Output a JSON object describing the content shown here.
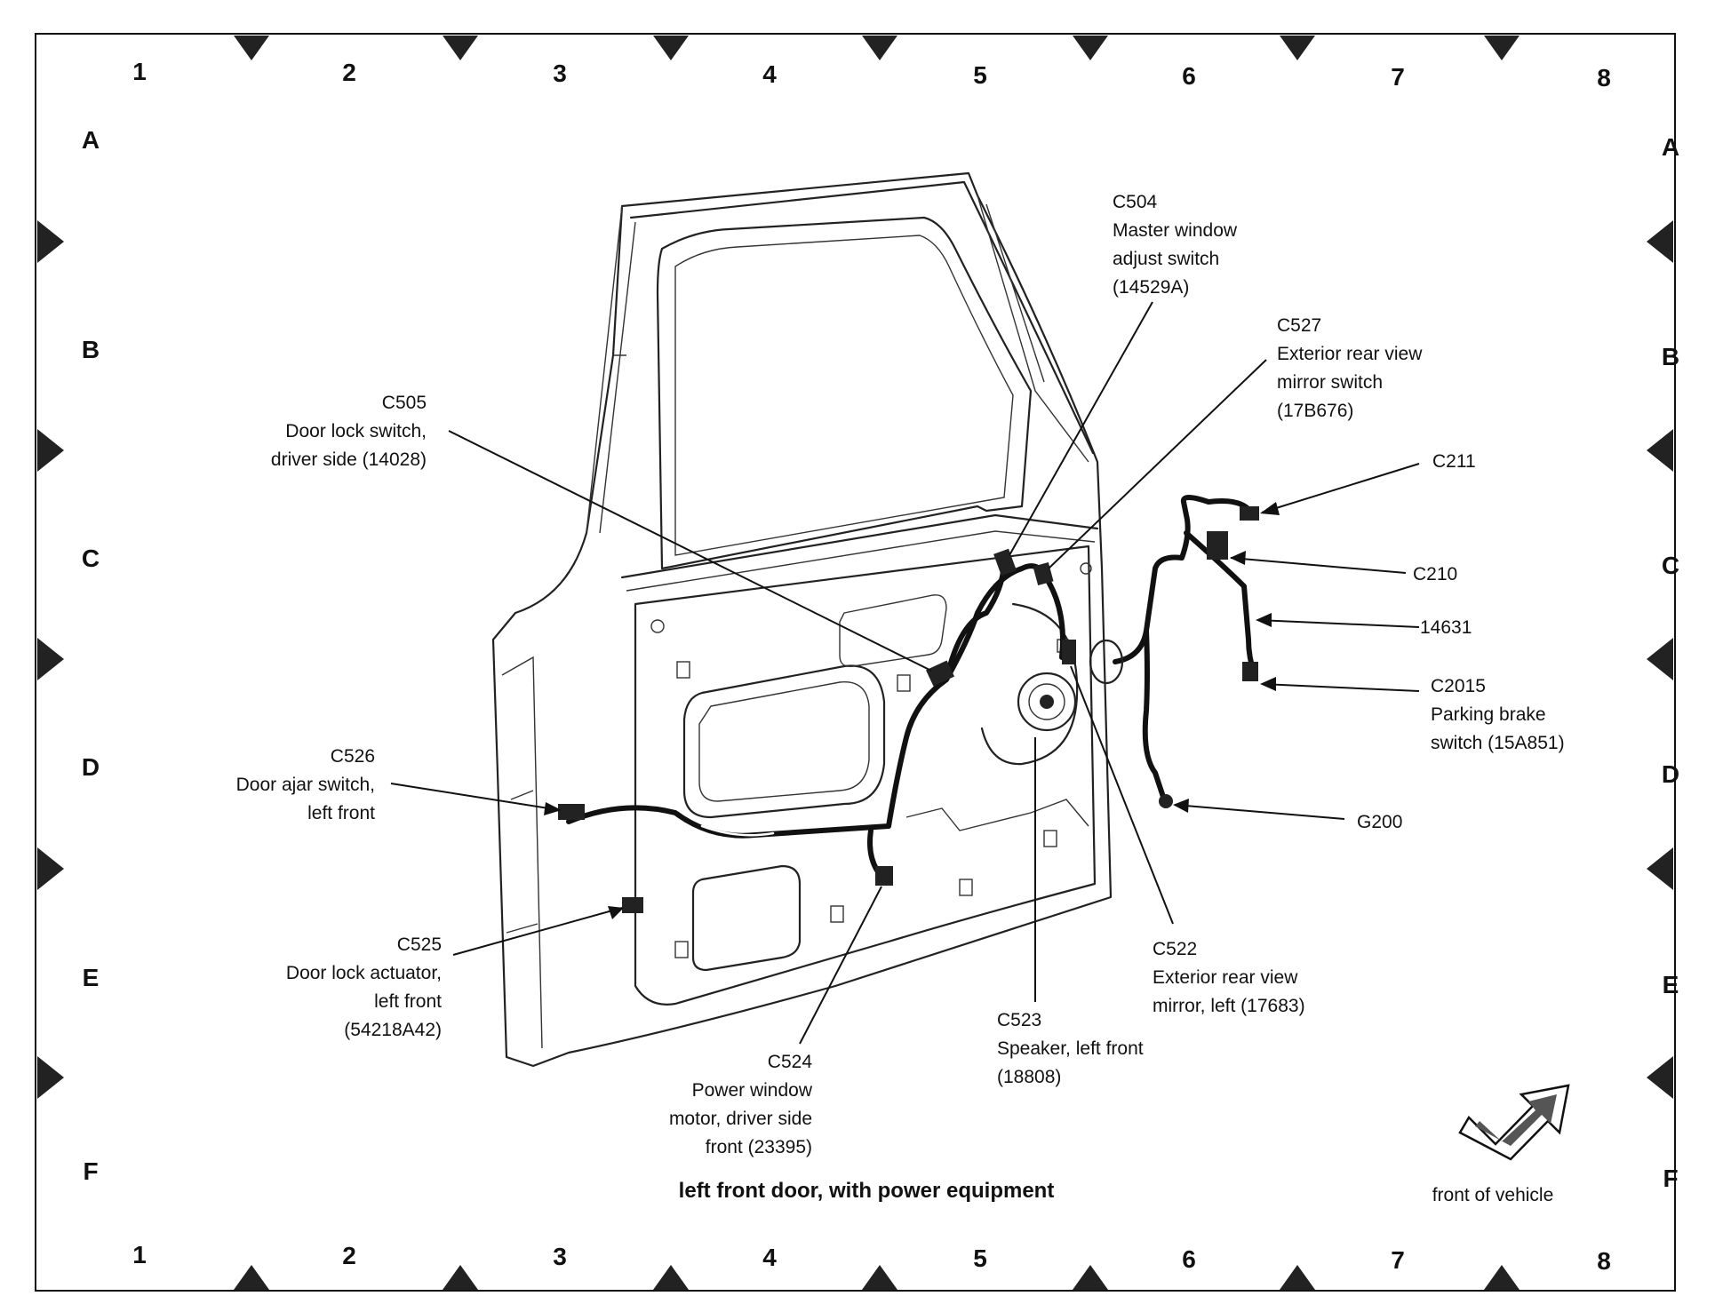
{
  "diagram": {
    "caption": "left front door, with power equipment",
    "orientation_label": "front of vehicle",
    "grid": {
      "columns": [
        "1",
        "2",
        "3",
        "4",
        "5",
        "6",
        "7",
        "8"
      ],
      "rows": [
        "A",
        "B",
        "C",
        "D",
        "E",
        "F"
      ]
    },
    "callouts": [
      {
        "id": "c504",
        "lines": [
          "C504",
          "Master window",
          "adjust switch",
          "(14529A)"
        ]
      },
      {
        "id": "c527",
        "lines": [
          "C527",
          "Exterior rear view",
          "mirror switch",
          "(17B676)"
        ]
      },
      {
        "id": "c505",
        "lines": [
          "C505",
          "Door lock switch,",
          "driver side (14028)"
        ]
      },
      {
        "id": "c211",
        "lines": [
          "C211"
        ]
      },
      {
        "id": "c210",
        "lines": [
          "C210"
        ]
      },
      {
        "id": "h14631",
        "lines": [
          "14631"
        ]
      },
      {
        "id": "c2015",
        "lines": [
          "C2015",
          "Parking brake",
          "switch (15A851)"
        ]
      },
      {
        "id": "c526",
        "lines": [
          "C526",
          "Door ajar switch,",
          "left front"
        ]
      },
      {
        "id": "g200",
        "lines": [
          "G200"
        ]
      },
      {
        "id": "c525",
        "lines": [
          "C525",
          "Door lock actuator,",
          "left front",
          "(54218A42)"
        ]
      },
      {
        "id": "c522",
        "lines": [
          "C522",
          "Exterior rear view",
          "mirror, left (17683)"
        ]
      },
      {
        "id": "c523",
        "lines": [
          "C523",
          "Speaker, left front",
          "(18808)"
        ]
      },
      {
        "id": "c524",
        "lines": [
          "C524",
          "Power window",
          "motor, driver side",
          "front (23395)"
        ]
      }
    ]
  }
}
